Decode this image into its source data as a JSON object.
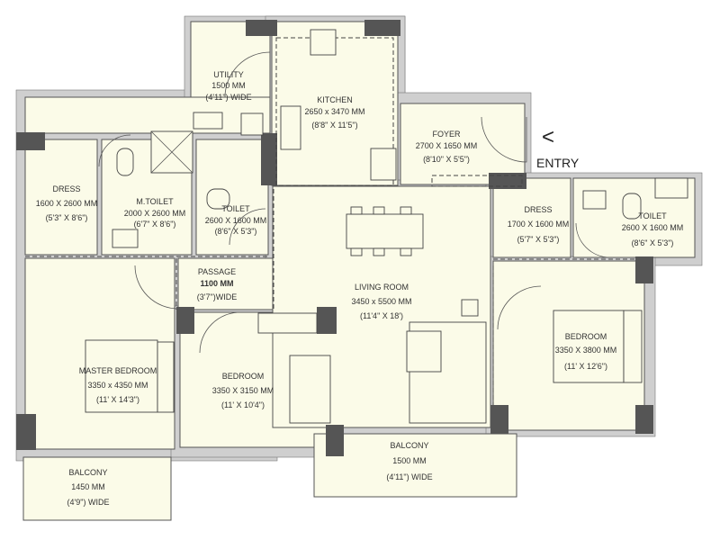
{
  "entry": {
    "label": "ENTRY",
    "arrow": "<"
  },
  "rooms": {
    "utility": {
      "name": "UTILITY",
      "size": "1500 MM",
      "imperial": "(4'11\") WIDE"
    },
    "kitchen": {
      "name": "KITCHEN",
      "size": "2650 x 3470 MM",
      "imperial": "(8'8\" X 11'5\")"
    },
    "foyer": {
      "name": "FOYER",
      "size": "2700 X 1650 MM",
      "imperial": "(8'10\" X 5'5\")"
    },
    "dress_left": {
      "name": "DRESS",
      "size": "1600 X 2600 MM",
      "imperial": "(5'3\" X 8'6\")"
    },
    "m_toilet": {
      "name": "M.TOILET",
      "size": "2000 X 2600 MM",
      "imperial": "(6'7\" X 8'6\")"
    },
    "toilet_left": {
      "name": "TOILET",
      "size": "2600 X 1600 MM",
      "imperial": "(8'6\" X 5'3\")"
    },
    "passage": {
      "name": "PASSAGE",
      "size": "1100 MM",
      "imperial": "(3'7\")WIDE"
    },
    "living": {
      "name": "LIVING ROOM",
      "size": "3450 x 5500 MM",
      "imperial": "(11'4\" X 18')"
    },
    "dress_right": {
      "name": "DRESS",
      "size": "1700 X 1600 MM",
      "imperial": "(5'7\" X 5'3\")"
    },
    "toilet_right": {
      "name": "TOILET",
      "size": "2600 X 1600 MM",
      "imperial": "(8'6\" X 5'3\")"
    },
    "master_bedroom": {
      "name": "MASTER BEDROOM",
      "size": "3350 x 4350 MM",
      "imperial": "(11' X 14'3\")"
    },
    "bedroom_mid": {
      "name": "BEDROOM",
      "size": "3350 X 3150 MM",
      "imperial": "(11' X 10'4\")"
    },
    "bedroom_right": {
      "name": "BEDROOM",
      "size": "3350 X 3800 MM",
      "imperial": "(11' X 12'6\")"
    },
    "balcony_left": {
      "name": "BALCONY",
      "size": "1450 MM",
      "imperial": "(4'9\") WIDE"
    },
    "balcony_center": {
      "name": "BALCONY",
      "size": "1500 MM",
      "imperial": "(4'11\") WIDE"
    }
  },
  "colors": {
    "floor": "#fbfbe8",
    "wall": "#cfcfcf",
    "column": "#555555"
  }
}
